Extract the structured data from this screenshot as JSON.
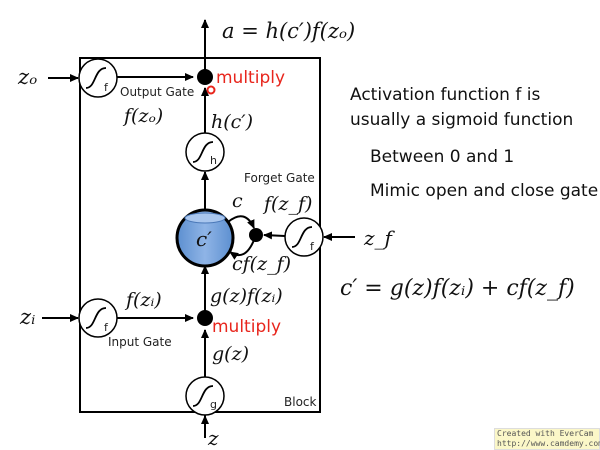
{
  "diagram": {
    "output_eq": "a = h(c′)f(zₒ)",
    "z_o": "zₒ",
    "z_i": "zᵢ",
    "z_f": "z_f",
    "z": "z",
    "output_gate": "Output Gate",
    "input_gate": "Input Gate",
    "forget_gate": "Forget Gate",
    "block": "Block",
    "multiply_top": "multiply",
    "multiply_bottom": "multiply",
    "f_zo": "f(zₒ)",
    "h_c": "h(c′)",
    "c": "c",
    "f_zf": "f(z_f)",
    "cf_zf": "cf(z_f)",
    "f_zi": "f(zᵢ)",
    "g_f": "g(z)f(zᵢ)",
    "g_z": "g(z)",
    "c_prime": "c′",
    "gate_f": "f",
    "gate_h": "h",
    "gate_g": "g"
  },
  "notes": {
    "line1": "Activation function f is",
    "line2": "usually a sigmoid function",
    "line3": "Between 0 and 1",
    "line4": "Mimic open and close gate",
    "equation": "c′ = g(z)f(zᵢ) + cf(z_f)"
  },
  "watermark": {
    "line1": "Created with EverCam",
    "line2": "http://www.camdemy.com"
  }
}
